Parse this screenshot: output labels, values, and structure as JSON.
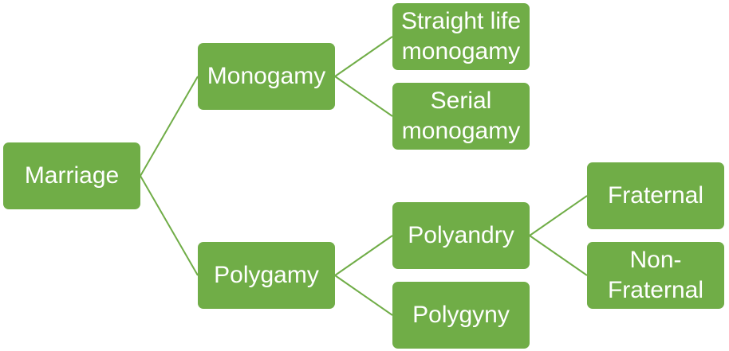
{
  "colors": {
    "node_fill": "#70ad47",
    "connector": "#70ad47",
    "text": "#ffffff"
  },
  "nodes": {
    "marriage": "Marriage",
    "monogamy": "Monogamy",
    "polygamy": "Polygamy",
    "straight_life_monogamy": "Straight life\nmonogamy",
    "serial_monogamy": "Serial\nmonogamy",
    "polyandry": "Polyandry",
    "polygyny": "Polygyny",
    "fraternal": "Fraternal",
    "non_fraternal": "Non-\nFraternal"
  }
}
